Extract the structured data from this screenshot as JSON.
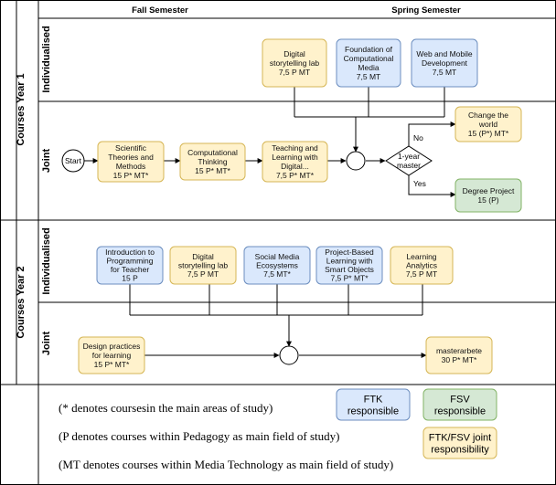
{
  "columns": {
    "fall": "Fall Semester",
    "spring": "Spring Semester"
  },
  "rows": {
    "year1": "Courses Year 1",
    "year2": "Courses Year 2",
    "individualised": "Individualised",
    "joint": "Joint"
  },
  "start_label": "Start",
  "decision": {
    "label": [
      "1-year",
      "master"
    ],
    "no": "No",
    "yes": "Yes"
  },
  "colors": {
    "ftk": "#dae8fc",
    "ftk_border": "#6c8ebf",
    "fsv": "#d5e8d4",
    "fsv_border": "#82b366",
    "joint": "#fff2cc",
    "joint_border": "#d6b656"
  },
  "year1_individual": [
    {
      "lines": [
        "Digital",
        "storytelling lab",
        "7,5 P MT"
      ],
      "type": "joint"
    },
    {
      "lines": [
        "Foundation of",
        "Computational",
        "Media",
        "7,5 MT"
      ],
      "type": "ftk"
    },
    {
      "lines": [
        "Web and Mobile",
        "Development",
        "7,5 MT"
      ],
      "type": "ftk"
    }
  ],
  "year1_joint": [
    {
      "lines": [
        "Scientific",
        "Theories and",
        "Methods",
        "15 P* MT*"
      ],
      "type": "joint"
    },
    {
      "lines": [
        "Computational",
        "Thinking",
        "15 P* MT*"
      ],
      "type": "joint"
    },
    {
      "lines": [
        "Teaching and",
        "Learning with",
        "Digital...",
        "7,5 P* MT*"
      ],
      "type": "joint"
    }
  ],
  "outcomes": [
    {
      "lines": [
        "Change the",
        "world",
        "15 (P*) MT*"
      ],
      "type": "joint"
    },
    {
      "lines": [
        "Degree Project",
        "15 (P)"
      ],
      "type": "fsv"
    }
  ],
  "year2_individual": [
    {
      "lines": [
        "Introduction to",
        "Programming",
        "for Teacher",
        "15 P"
      ],
      "type": "ftk"
    },
    {
      "lines": [
        "Digital",
        "storytelling lab",
        "7,5 P MT"
      ],
      "type": "joint"
    },
    {
      "lines": [
        "Social Media",
        "Ecosystems",
        "7,5 MT*"
      ],
      "type": "ftk"
    },
    {
      "lines": [
        "Project-Based",
        "Learning with",
        "Smart Objects",
        "7,5 P* MT*"
      ],
      "type": "ftk"
    },
    {
      "lines": [
        "Learning",
        "Analytics",
        "7,5 P MT"
      ],
      "type": "joint"
    }
  ],
  "year2_joint": [
    {
      "lines": [
        "Design practices",
        "for learning",
        "15 P* MT*"
      ],
      "type": "joint"
    },
    {
      "lines": [
        "masterarbete",
        "30 P* MT*"
      ],
      "type": "joint"
    }
  ],
  "notes": [
    "(* denotes coursesin the main areas of study)",
    "(P denotes courses within Pedagogy as main field of study)",
    "(MT denotes courses within Media Technology as main field of study)"
  ],
  "legend": [
    {
      "lines": [
        "FTK",
        "responsible"
      ],
      "type": "ftk"
    },
    {
      "lines": [
        "FSV",
        "responsible"
      ],
      "type": "fsv"
    },
    {
      "lines": [
        "FTK/FSV joint",
        "responsibility"
      ],
      "type": "joint"
    }
  ]
}
